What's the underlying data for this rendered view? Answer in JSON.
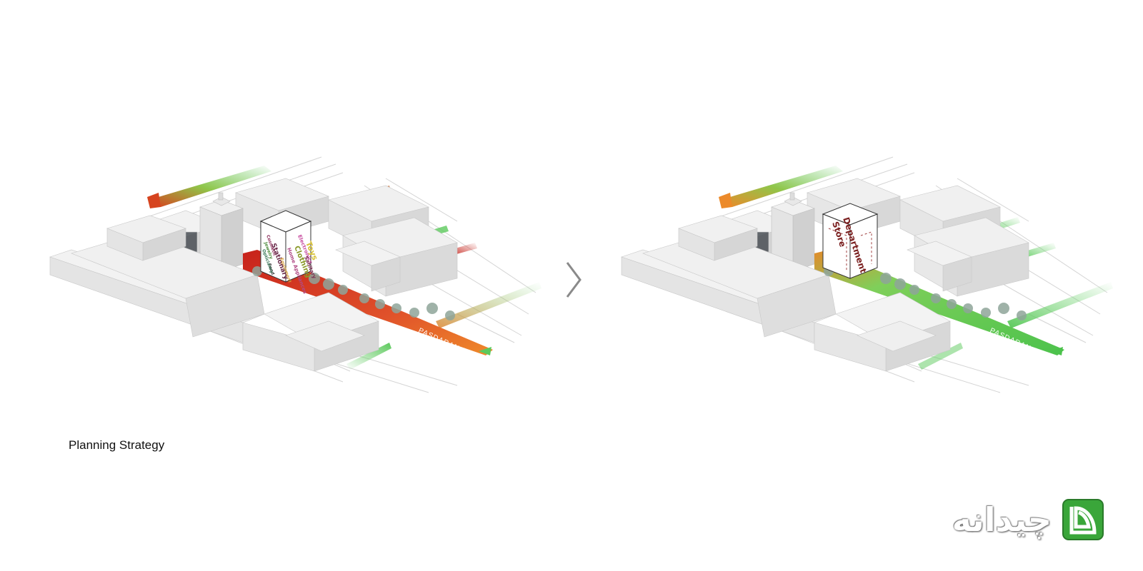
{
  "caption": "Planning Strategy",
  "street_name": "PASDARAN St",
  "before": {
    "building_words": [
      {
        "text": "Toys",
        "color": "#d8c23a"
      },
      {
        "text": "Electronics",
        "color": "#c84fa0"
      },
      {
        "text": "Clothing",
        "color": "#8a9a2a"
      },
      {
        "text": "Sanitary",
        "color": "#7a2e52"
      },
      {
        "text": "Cosmetic",
        "color": "#8c2f5b"
      },
      {
        "text": "Home Appliances",
        "color": "#b04a86"
      },
      {
        "text": "Jewelry",
        "color": "#4c8a3a"
      },
      {
        "text": "Equipment",
        "color": "#d9a23a"
      },
      {
        "text": "Stationary",
        "color": "#6a2a4a"
      },
      {
        "text": "Food",
        "color": "#333333"
      },
      {
        "text": "Opticianry",
        "color": "#3a7a5a"
      }
    ]
  },
  "after": {
    "building_words": [
      {
        "text": "Department",
        "color": "#7a1f1f"
      },
      {
        "text": "Store",
        "color": "#7a1f1f"
      }
    ]
  },
  "colors": {
    "green": "#5cc95c",
    "red": "#cc2b1d",
    "orange": "#ec7f2a",
    "building": "#e6e6e6"
  },
  "logo": {
    "text": "چیدانه",
    "name": "logo"
  }
}
